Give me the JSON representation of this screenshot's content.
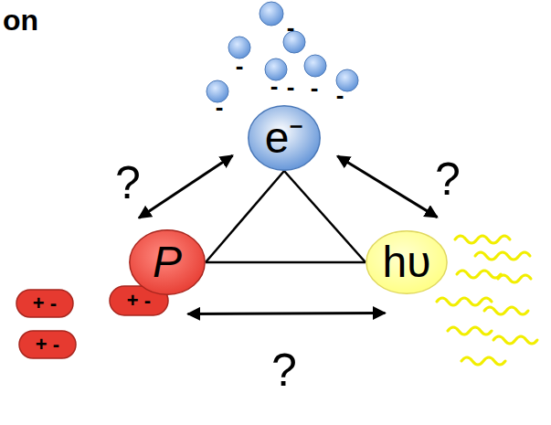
{
  "diagram": {
    "nodes": [
      {
        "text": [
          "e⁻"
        ]
      },
      {
        "text": [
          "P"
        ]
      },
      {
        "text": [
          "hυ"
        ]
      }
    ],
    "edges": [
      {
        "from": 0,
        "to": 1,
        "arrow": "none"
      },
      {
        "from": 0,
        "to": 2,
        "arrow": "none"
      },
      {
        "from": 1,
        "to": 2,
        "arrow": "none"
      },
      {
        "from": 0,
        "to": 1,
        "arrow": "both",
        "label": "?"
      },
      {
        "from": 0,
        "to": 2,
        "arrow": "both",
        "label": "?"
      },
      {
        "from": 1,
        "to": 2,
        "arrow": "both",
        "label": "?"
      }
    ],
    "labels": [
      "on",
      "-",
      "-",
      "-",
      "-",
      "-",
      "-",
      "-",
      "+ -",
      "+ -",
      "+ -"
    ]
  }
}
